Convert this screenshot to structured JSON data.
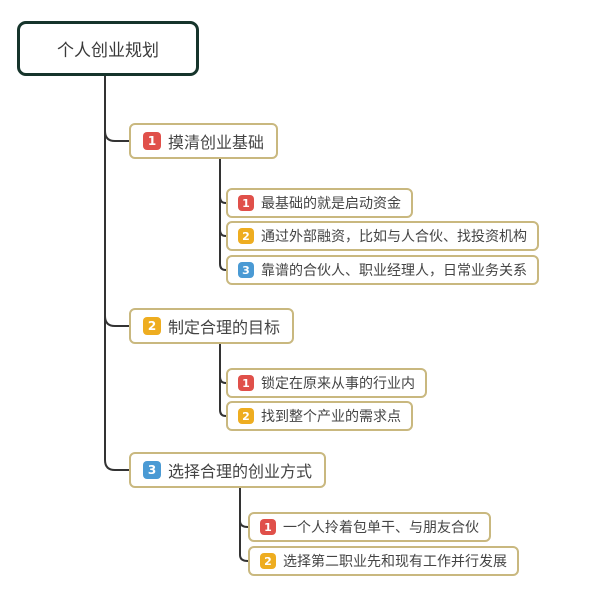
{
  "root": {
    "label": "个人创业规划"
  },
  "branches": [
    {
      "badge": "1",
      "badge_color": "red",
      "label": "摸清创业基础",
      "children": [
        {
          "badge": "1",
          "badge_color": "red",
          "label": "最基础的就是启动资金"
        },
        {
          "badge": "2",
          "badge_color": "yellow",
          "label": "通过外部融资，比如与人合伙、找投资机构"
        },
        {
          "badge": "3",
          "badge_color": "blue",
          "label": "靠谱的合伙人、职业经理人，日常业务关系"
        }
      ]
    },
    {
      "badge": "2",
      "badge_color": "yellow",
      "label": "制定合理的目标",
      "children": [
        {
          "badge": "1",
          "badge_color": "red",
          "label": "锁定在原来从事的行业内"
        },
        {
          "badge": "2",
          "badge_color": "yellow",
          "label": "找到整个产业的需求点"
        }
      ]
    },
    {
      "badge": "3",
      "badge_color": "blue",
      "label": "选择合理的创业方式",
      "children": [
        {
          "badge": "1",
          "badge_color": "red",
          "label": "一个人拎着包单干、与朋友合伙"
        },
        {
          "badge": "2",
          "badge_color": "yellow",
          "label": "选择第二职业先和现有工作并行发展"
        }
      ]
    }
  ],
  "colors": {
    "red": "#e0504a",
    "yellow": "#eead20",
    "blue": "#4a9ad4",
    "node_border": "#c9b87f",
    "root_border": "#16342b",
    "line": "#333333",
    "text": "#444444"
  }
}
